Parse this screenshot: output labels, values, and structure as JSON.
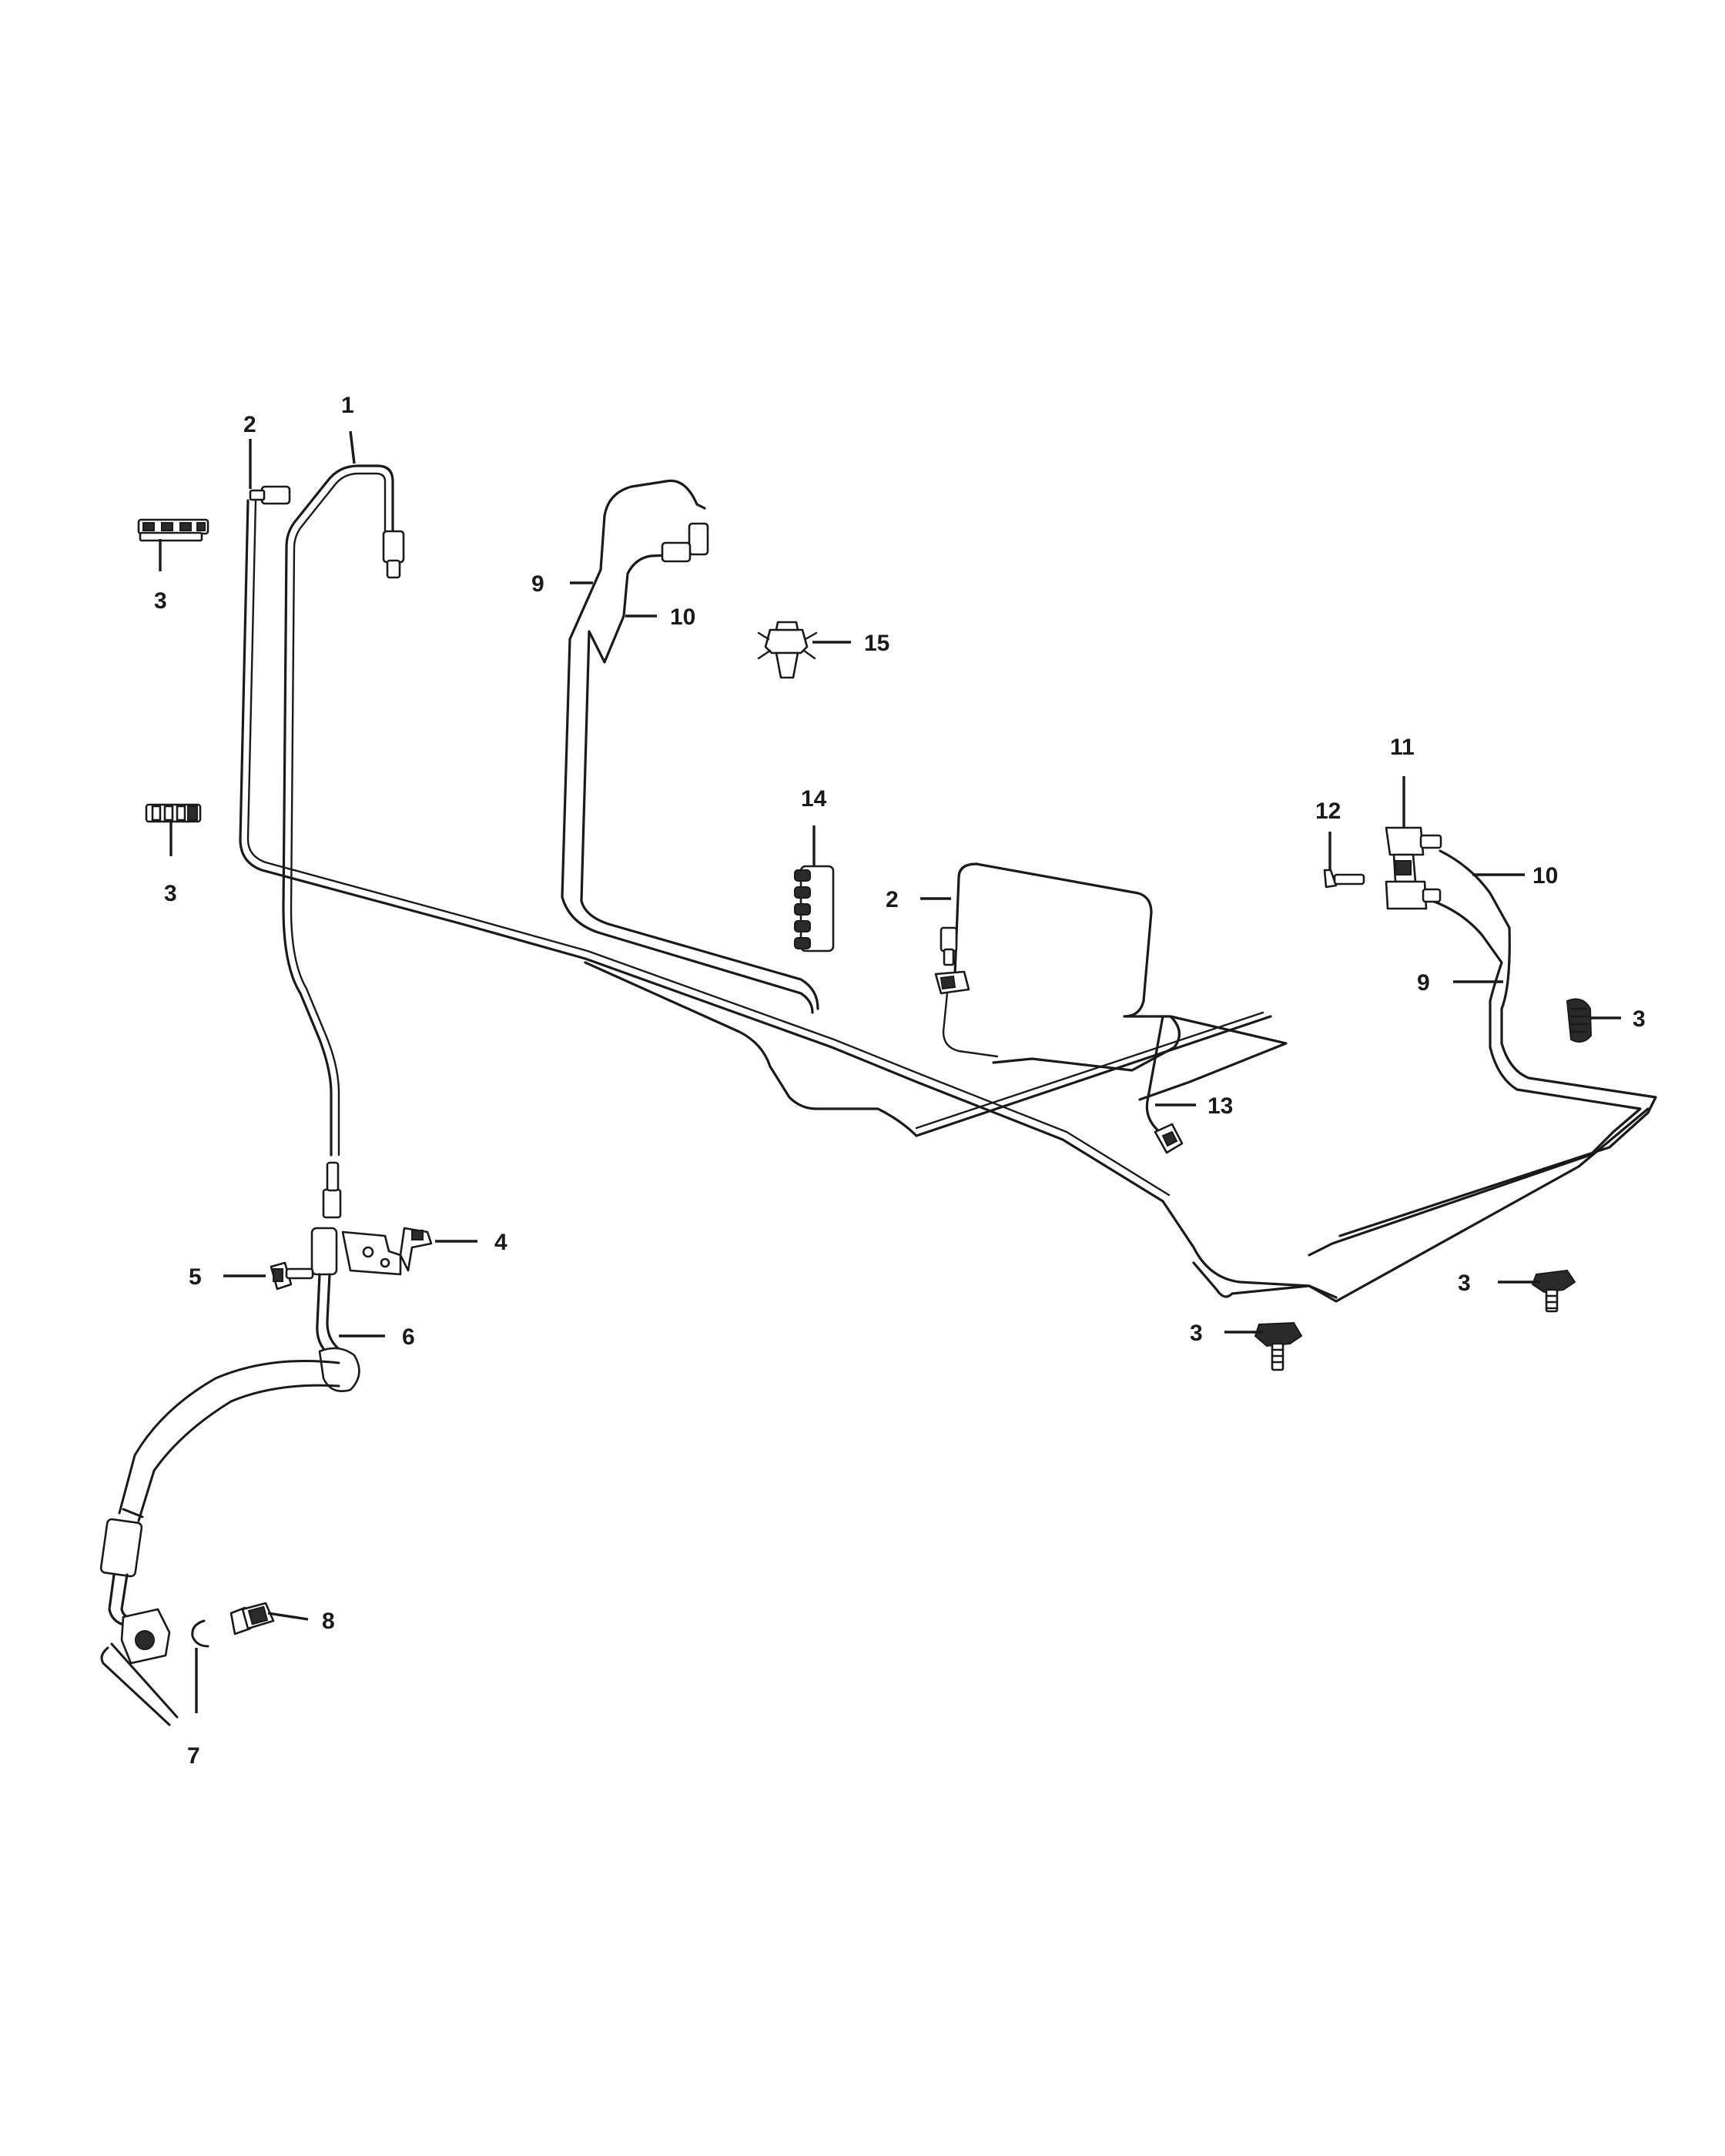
{
  "callouts": {
    "c1": "1",
    "c2a": "2",
    "c2b": "2",
    "c3a": "3",
    "c3b": "3",
    "c3c": "3",
    "c3d": "3",
    "c3e": "3",
    "c4": "4",
    "c5": "5",
    "c6": "6",
    "c7": "7",
    "c8": "8",
    "c9a": "9",
    "c9b": "9",
    "c10a": "10",
    "c10b": "10",
    "c11": "11",
    "c12": "12",
    "c13": "13",
    "c14": "14",
    "c15": "15"
  }
}
